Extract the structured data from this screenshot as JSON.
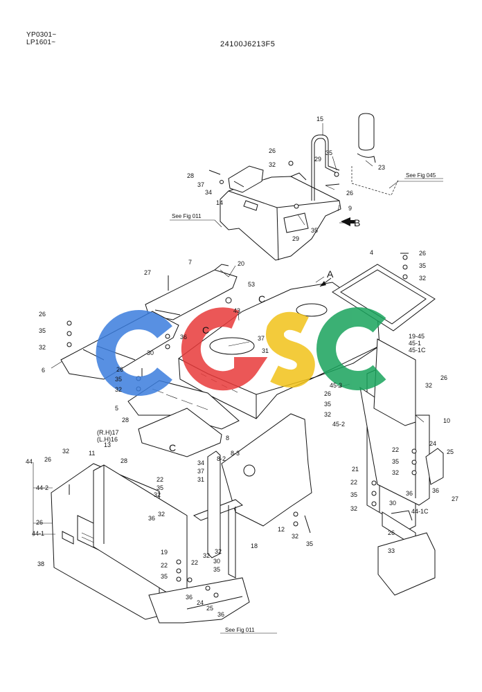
{
  "header": {
    "serial_1": "YP0301~",
    "serial_2": "LP1601~",
    "drawing_code": "24100J6213F5"
  },
  "references": {
    "fig_045": "See Fig 045",
    "fig_011_top": "See Fig 011",
    "fig_011_bottom": "See Fig 011"
  },
  "view_markers": {
    "a": "A",
    "b": "B",
    "c1": "C",
    "c2": "C",
    "c3": "C"
  },
  "side_labels": {
    "rh_17": "(R.H)17",
    "lh_16": "(L.H)16"
  },
  "callouts": [
    {
      "id": "c15",
      "text": "15"
    },
    {
      "id": "c26a",
      "text": "26"
    },
    {
      "id": "c32a",
      "text": "32"
    },
    {
      "id": "c35a",
      "text": "35"
    },
    {
      "id": "c29a",
      "text": "29"
    },
    {
      "id": "c23",
      "text": "23"
    },
    {
      "id": "c28a",
      "text": "28"
    },
    {
      "id": "c37a",
      "text": "37"
    },
    {
      "id": "c34a",
      "text": "34"
    },
    {
      "id": "c26b",
      "text": "26"
    },
    {
      "id": "c14",
      "text": "14"
    },
    {
      "id": "c9",
      "text": "9"
    },
    {
      "id": "c35b",
      "text": "35"
    },
    {
      "id": "c29b",
      "text": "29"
    },
    {
      "id": "c4",
      "text": "4"
    },
    {
      "id": "c7",
      "text": "7"
    },
    {
      "id": "c20",
      "text": "20"
    },
    {
      "id": "c27a",
      "text": "27"
    },
    {
      "id": "c53",
      "text": "53"
    },
    {
      "id": "c43",
      "text": "43"
    },
    {
      "id": "c26c",
      "text": "26"
    },
    {
      "id": "c35c",
      "text": "35"
    },
    {
      "id": "c32c",
      "text": "32"
    },
    {
      "id": "c26d",
      "text": "26"
    },
    {
      "id": "c35d",
      "text": "35"
    },
    {
      "id": "c32d",
      "text": "32"
    },
    {
      "id": "c36a",
      "text": "36"
    },
    {
      "id": "c30a",
      "text": "30"
    },
    {
      "id": "c6",
      "text": "6"
    },
    {
      "id": "c37b",
      "text": "37"
    },
    {
      "id": "c31a",
      "text": "31"
    },
    {
      "id": "c19_45",
      "text": "19-45"
    },
    {
      "id": "c45_1",
      "text": "45-1"
    },
    {
      "id": "c45_1c",
      "text": "45-1C"
    },
    {
      "id": "c26e",
      "text": "26"
    },
    {
      "id": "c35e",
      "text": "35"
    },
    {
      "id": "c32e",
      "text": "32"
    },
    {
      "id": "c5",
      "text": "5"
    },
    {
      "id": "c45_3",
      "text": "45-3"
    },
    {
      "id": "c26f",
      "text": "26"
    },
    {
      "id": "c35f",
      "text": "35"
    },
    {
      "id": "c32f",
      "text": "32"
    },
    {
      "id": "c45_2",
      "text": "45-2"
    },
    {
      "id": "c32g",
      "text": "32"
    },
    {
      "id": "c26g",
      "text": "26"
    },
    {
      "id": "c10",
      "text": "10"
    },
    {
      "id": "c28b",
      "text": "28"
    },
    {
      "id": "c13",
      "text": "13"
    },
    {
      "id": "c28c",
      "text": "28"
    },
    {
      "id": "c8",
      "text": "8"
    },
    {
      "id": "c8_2",
      "text": "8-2"
    },
    {
      "id": "c8_3",
      "text": "8-3"
    },
    {
      "id": "c44",
      "text": "44"
    },
    {
      "id": "c26h",
      "text": "26"
    },
    {
      "id": "c32h",
      "text": "32"
    },
    {
      "id": "c11",
      "text": "11"
    },
    {
      "id": "c34b",
      "text": "34"
    },
    {
      "id": "c37c",
      "text": "37"
    },
    {
      "id": "c31b",
      "text": "31"
    },
    {
      "id": "c22a",
      "text": "22"
    },
    {
      "id": "c35g",
      "text": "35"
    },
    {
      "id": "c32i",
      "text": "32"
    },
    {
      "id": "c44_2",
      "text": "44-2"
    },
    {
      "id": "c22b",
      "text": "22"
    },
    {
      "id": "c35h",
      "text": "35"
    },
    {
      "id": "c32j",
      "text": "32"
    },
    {
      "id": "c21",
      "text": "21"
    },
    {
      "id": "c24a",
      "text": "24"
    },
    {
      "id": "c25a",
      "text": "25"
    },
    {
      "id": "c36b",
      "text": "36"
    },
    {
      "id": "c27b",
      "text": "27"
    },
    {
      "id": "c22c",
      "text": "22"
    },
    {
      "id": "c35i",
      "text": "35"
    },
    {
      "id": "c32k",
      "text": "32"
    },
    {
      "id": "c30b",
      "text": "30"
    },
    {
      "id": "c36c",
      "text": "36"
    },
    {
      "id": "c36d",
      "text": "36"
    },
    {
      "id": "c32l",
      "text": "32"
    },
    {
      "id": "c26i",
      "text": "26"
    },
    {
      "id": "c44_1",
      "text": "44-1"
    },
    {
      "id": "c44_1c",
      "text": "44-1C"
    },
    {
      "id": "c18",
      "text": "18"
    },
    {
      "id": "c12",
      "text": "12"
    },
    {
      "id": "c32m",
      "text": "32"
    },
    {
      "id": "c35j",
      "text": "35"
    },
    {
      "id": "c26j",
      "text": "26"
    },
    {
      "id": "c33",
      "text": "33"
    },
    {
      "id": "c38",
      "text": "38"
    },
    {
      "id": "c19",
      "text": "19"
    },
    {
      "id": "c22d",
      "text": "22"
    },
    {
      "id": "c35k",
      "text": "35"
    },
    {
      "id": "c32n",
      "text": "32"
    },
    {
      "id": "c30c",
      "text": "30"
    },
    {
      "id": "c35l",
      "text": "35"
    },
    {
      "id": "c32o",
      "text": "32"
    },
    {
      "id": "c22e",
      "text": "22"
    },
    {
      "id": "c36e",
      "text": "36"
    },
    {
      "id": "c24b",
      "text": "24"
    },
    {
      "id": "c25b",
      "text": "25"
    },
    {
      "id": "c36f",
      "text": "36"
    },
    {
      "id": "c27c",
      "text": "27"
    }
  ],
  "watermark": {
    "text": "CGSC",
    "colors": [
      "#3b7ddd",
      "#e83a3a",
      "#f2c31a",
      "#19a35c"
    ]
  }
}
